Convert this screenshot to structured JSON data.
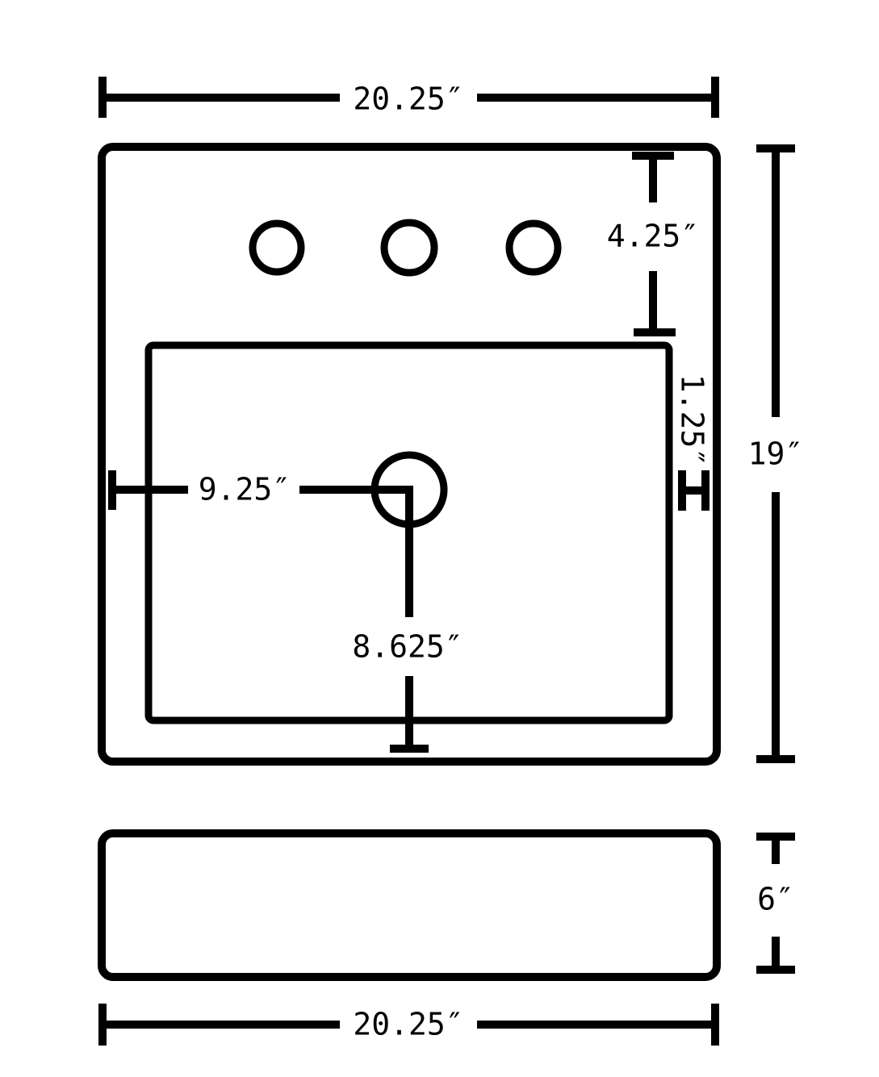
{
  "diagram": {
    "title": "sink-dimension-drawing",
    "colors": {
      "line": "#000000",
      "background": "#ffffff"
    },
    "dims": {
      "overall_width_top": "20.25″",
      "overall_depth": "19″",
      "faucet_offset": "4.25″",
      "rim_gap": "1.25″",
      "drain_from_left": "9.25″",
      "drain_to_front": "8.625″",
      "side_height": "6″",
      "overall_width_bottom": "20.25″"
    }
  }
}
